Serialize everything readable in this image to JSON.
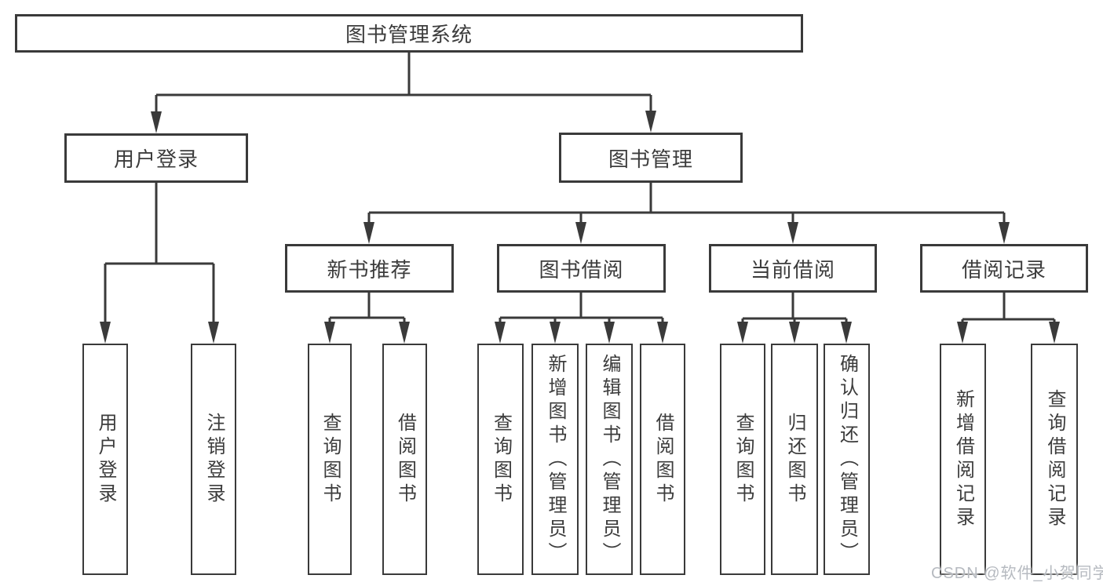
{
  "diagram": {
    "line_color": "#3a3a3a",
    "text_color": "#3c3c3c",
    "background_color": "#ffffff",
    "nodes": {
      "root": "图书管理系统",
      "user_login": "用户登录",
      "book_management": "图书管理",
      "login_leaf": "用户登录",
      "logout_leaf": "注销登录",
      "new_book_recommend": "新书推荐",
      "book_borrow": "图书借阅",
      "current_borrow": "当前借阅",
      "borrow_records": "借阅记录",
      "nbr_query_books": "查询图书",
      "nbr_borrow_books": "借阅图书",
      "bb_query_books": "查询图书",
      "bb_add_books": "新增图书（管理员）",
      "bb_edit_books": "编辑图书（管理员）",
      "bb_borrow_books": "借阅图书",
      "cb_query_books": "查询图书",
      "cb_return_books": "归还图书",
      "cb_confirm_return": "确认归还（管理员）",
      "br_add_record": "新增借阅记录",
      "br_query_record": "查询借阅记录"
    },
    "watermark": "CSDN @软件_小贺同学"
  }
}
